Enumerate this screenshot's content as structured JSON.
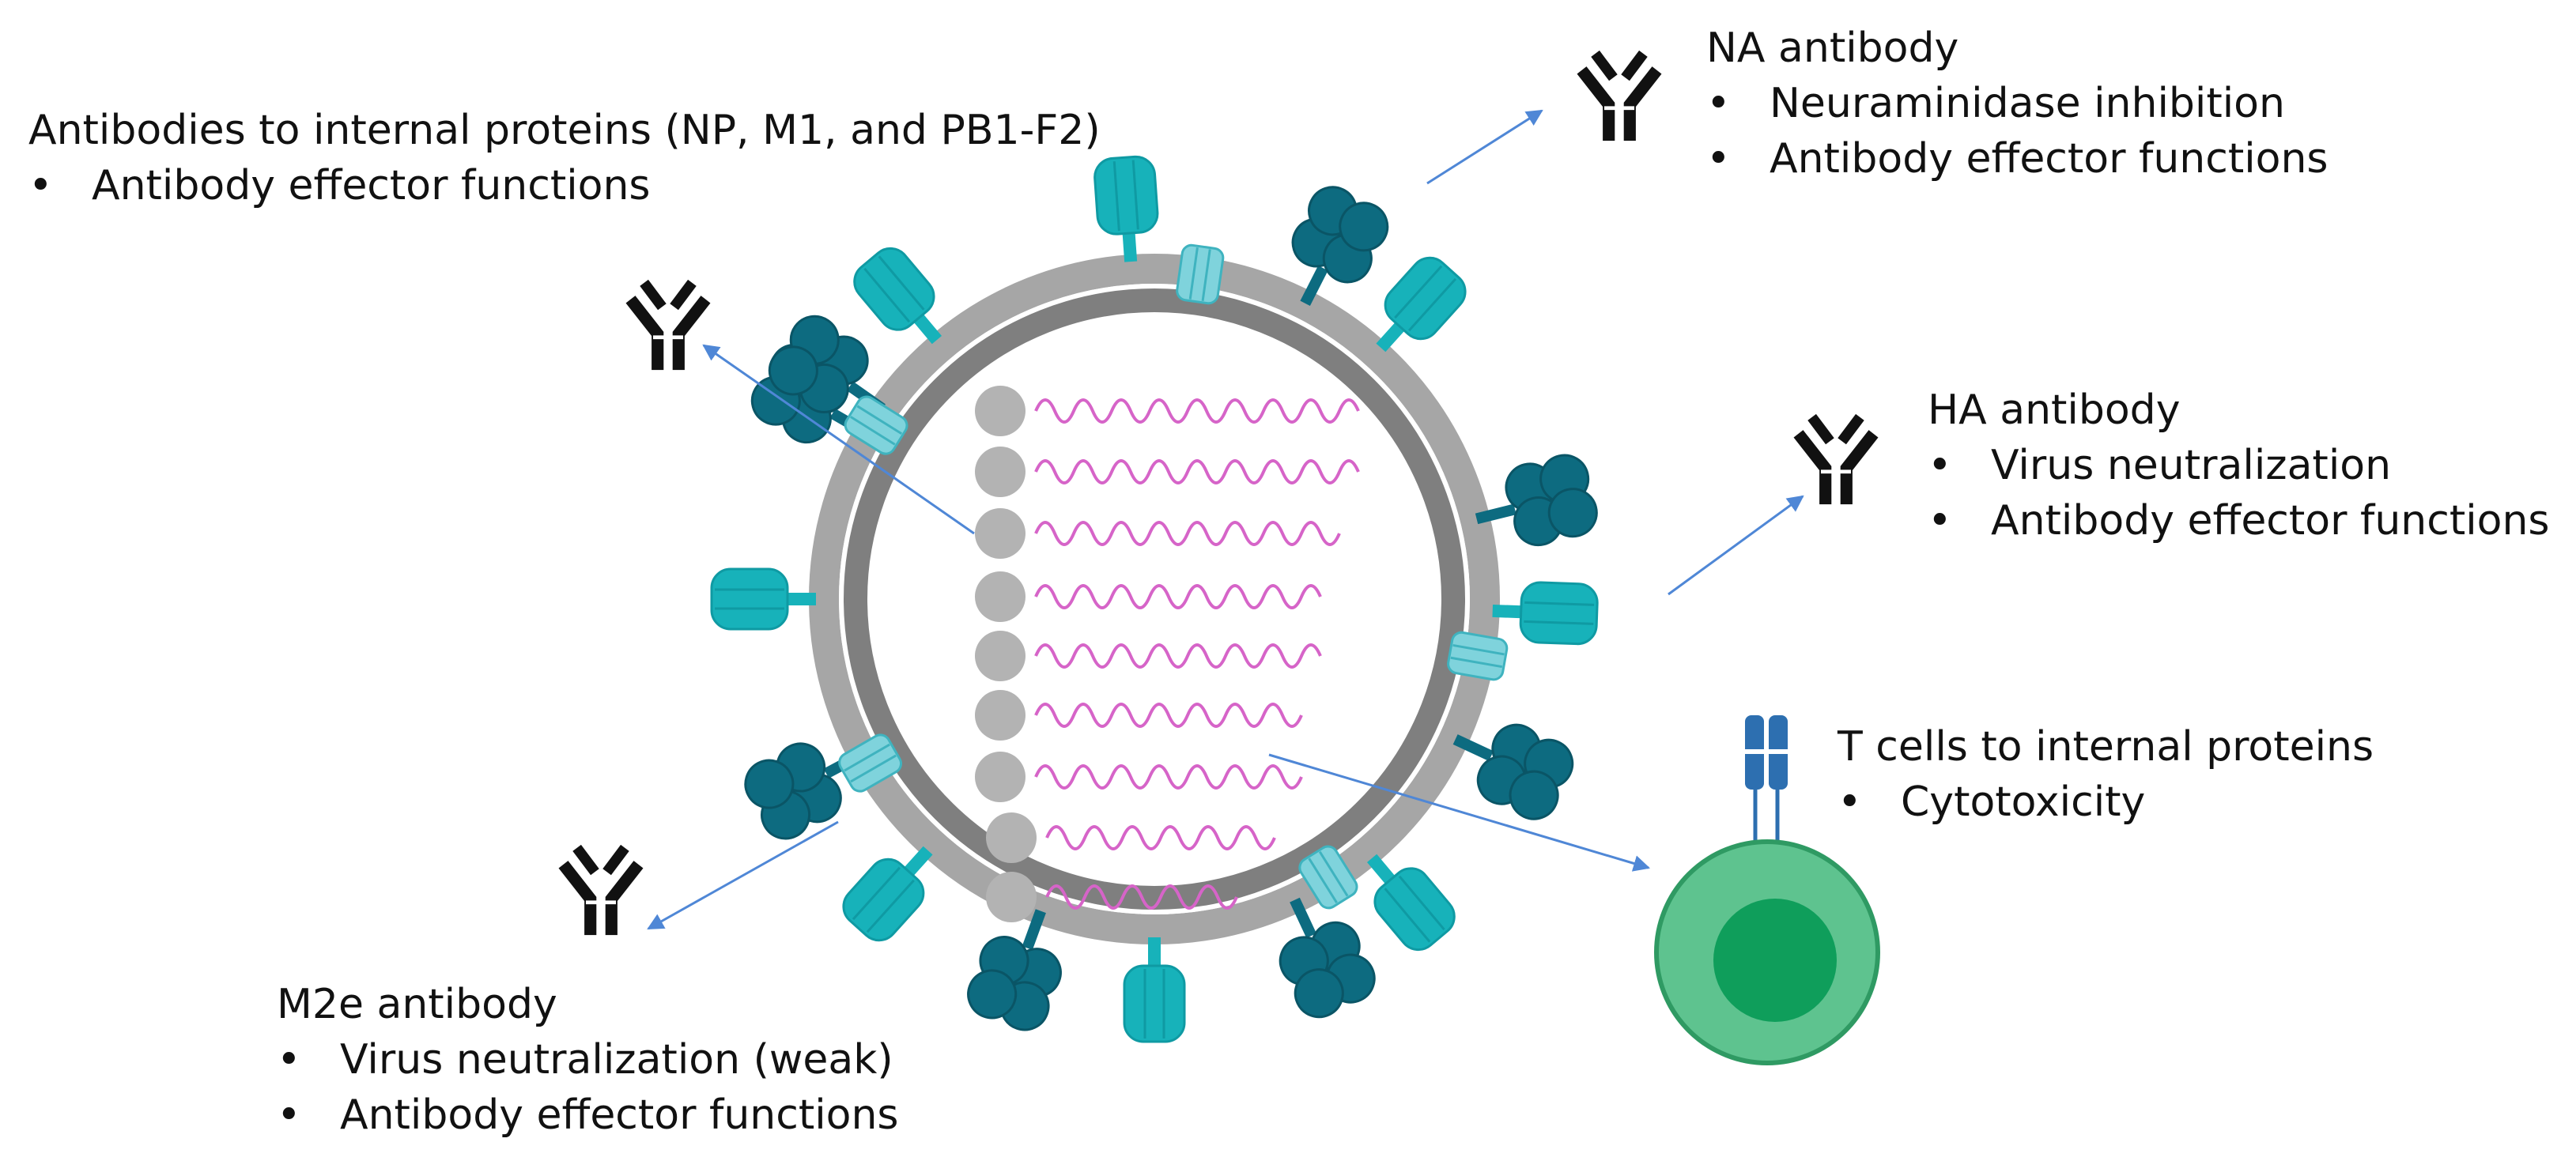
{
  "labels": {
    "internal": {
      "title": "Antibodies to internal proteins (NP, M1, and PB1-F2)",
      "bullets": [
        "Antibody effector functions"
      ]
    },
    "na": {
      "title": "NA antibody",
      "bullets": [
        "Neuraminidase inhibition",
        "Antibody effector functions"
      ]
    },
    "ha": {
      "title": "HA antibody",
      "bullets": [
        "Virus neutralization",
        "Antibody effector functions"
      ]
    },
    "tcell": {
      "title": "T cells to internal proteins",
      "bullets": [
        "Cytotoxicity"
      ]
    },
    "m2e": {
      "title": "M2e antibody",
      "bullets": [
        "Virus neutralization (weak)",
        "Antibody effector functions"
      ]
    }
  },
  "bullet_char": "•",
  "colors": {
    "na_protein": "#0d6b80",
    "ha_protein": "#17b2ba",
    "m2_channel": "#7fd3dc",
    "envelope_outer": "#a6a6a6",
    "envelope_inner": "#7f7f7f",
    "rnp_ball": "#b3b3b3",
    "rna_strand": "#d664c8",
    "arrow": "#4f87d6",
    "antibody": "#111111",
    "t_cell_body": "#5ec38f",
    "t_cell_nucleus": "#0f9e5b",
    "tcr": "#2d6fb0"
  }
}
